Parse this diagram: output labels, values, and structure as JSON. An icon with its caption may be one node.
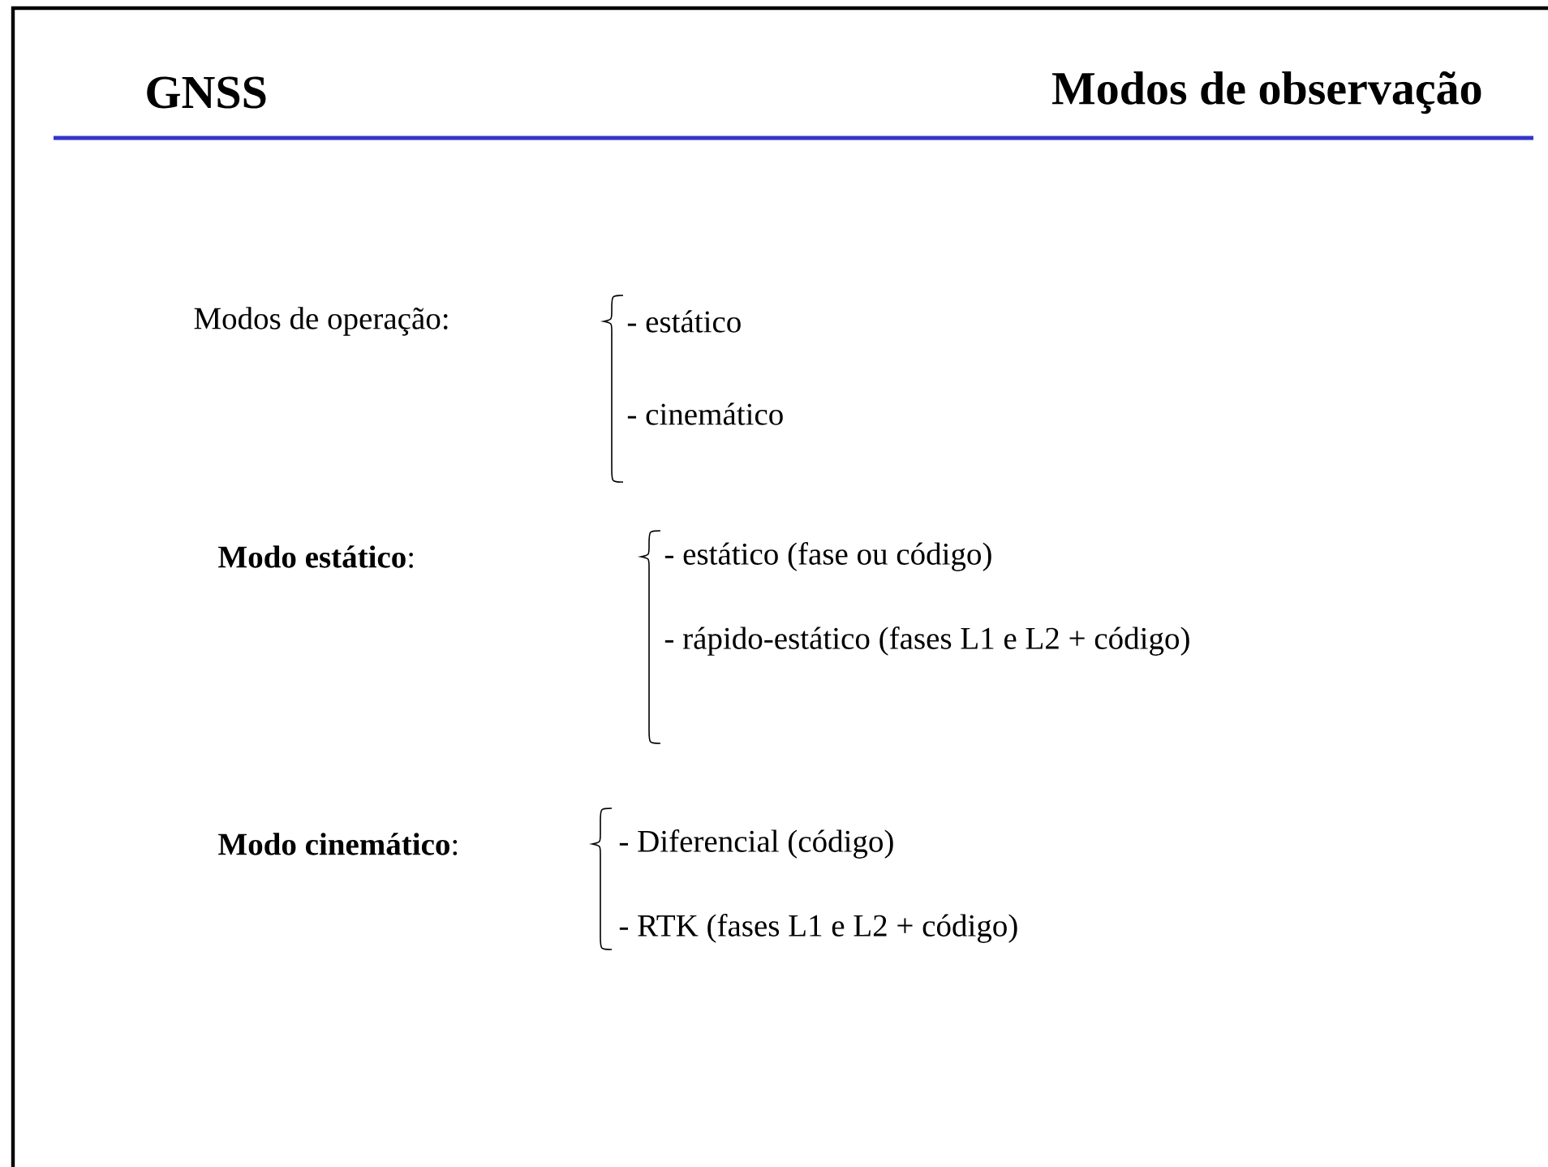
{
  "diagram": {
    "labels": [
      "GNSS",
      "Modos de observação",
      "Modos de operação:",
      "- estático",
      "- cinemático",
      "**Modo estático**:",
      "- estático (fase ou código)",
      "- rápido-estático (fases L1 e L2 + código)",
      "**Modo cinemático**:",
      "- Diferencial (código)",
      "- RTK (fases L1 e L2 + código)"
    ]
  }
}
